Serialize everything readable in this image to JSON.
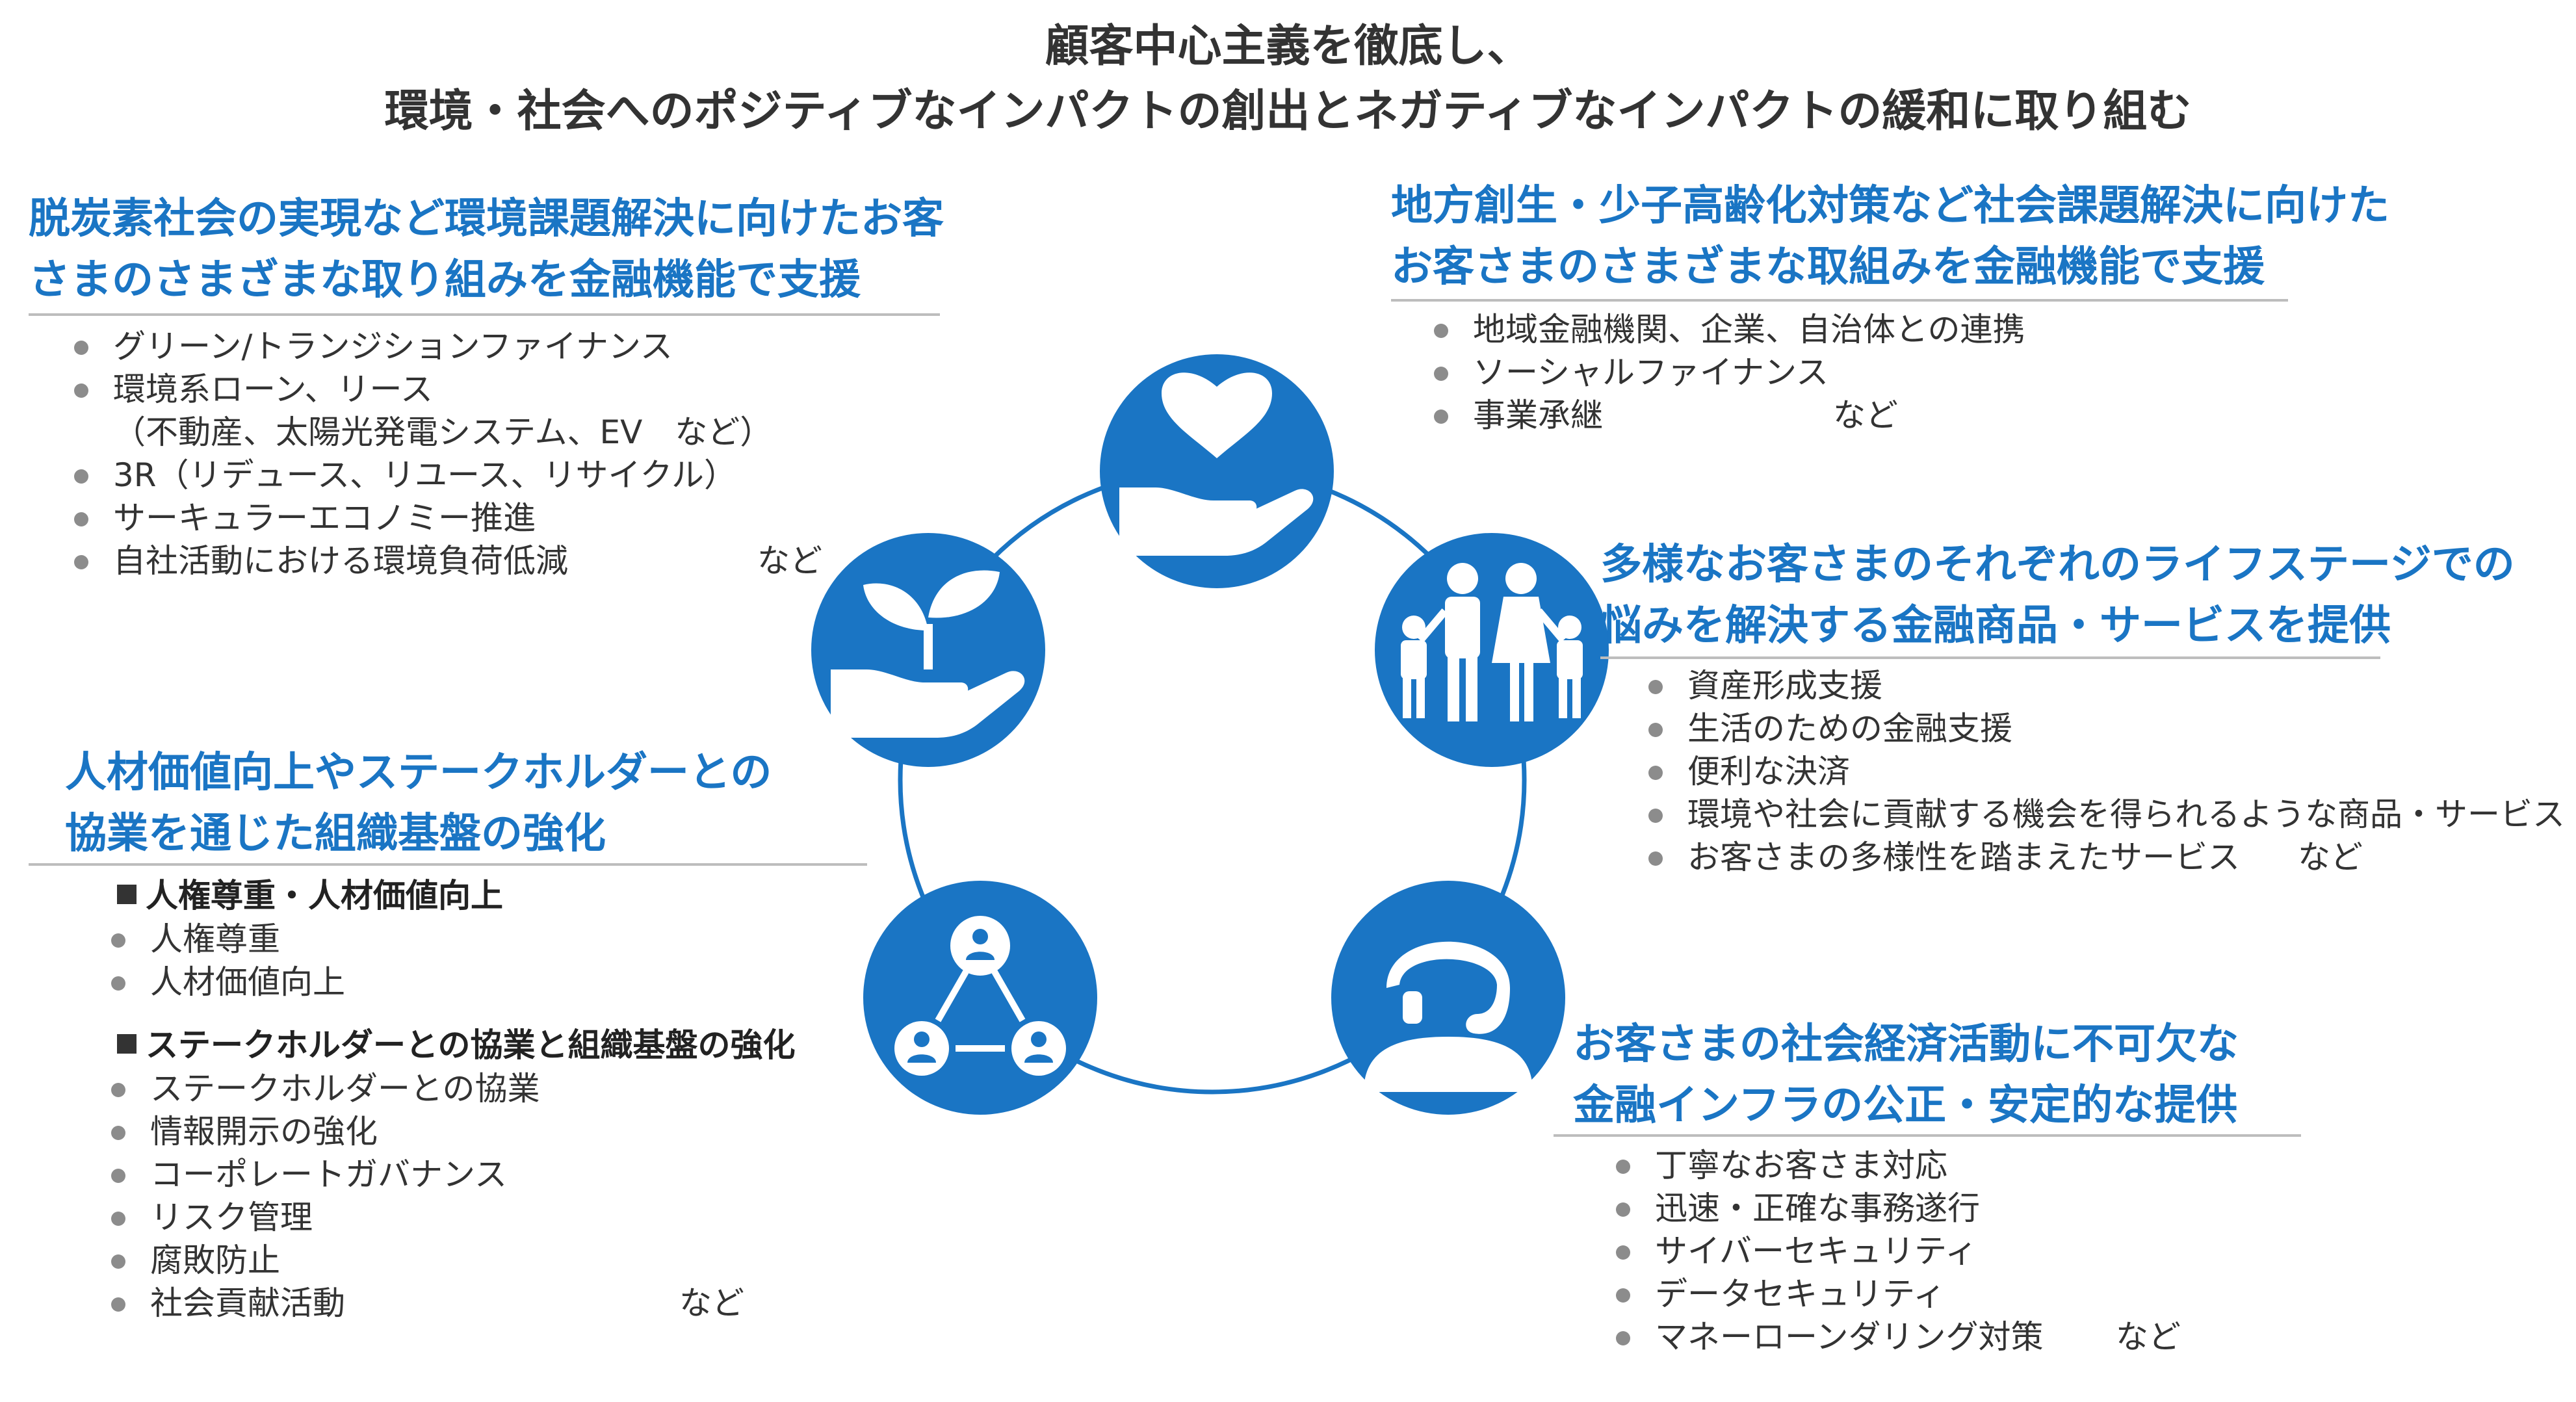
{
  "title": {
    "line1": "顧客中心主義を徹底し、",
    "line2": "環境・社会へのポジティブなインパクトの創出とネガティブなインパクトの緩和に取り組む"
  },
  "colors": {
    "accent": "#1a75c4",
    "text": "#333333",
    "rule": "#bdbdbd",
    "bullet": "#8c8c8c"
  },
  "icons": [
    "heart-hand-icon",
    "plant-hand-icon",
    "family-icon",
    "network-people-icon",
    "headset-operator-icon"
  ],
  "environment": {
    "heading1": "脱炭素社会の実現など環境課題解決に向けたお客",
    "heading2": "さまのさまざまな取り組みを金融機能で支援",
    "items": [
      "グリーン/トランジションファイナンス",
      "環境系ローン、リース",
      "（不動産、太陽光発電システム、EV　など）",
      "3R（リデュース、リユース、リサイクル）",
      "サーキュラーエコノミー推進",
      "自社活動における環境負荷低減"
    ],
    "etc": "など"
  },
  "society": {
    "heading1": "地方創生・少子高齢化対策など社会課題解決に向けた",
    "heading2": "お客さまのさまざまな取組みを金融機能で支援",
    "items": [
      "地域金融機関、企業、自治体との連携",
      "ソーシャルファイナンス",
      "事業承継"
    ],
    "etc": "など"
  },
  "lifestage": {
    "heading1": "多様なお客さまのそれぞれのライフステージでの",
    "heading2": "悩みを解決する金融商品・サービスを提供",
    "items": [
      "資産形成支援",
      "生活のための金融支援",
      "便利な決済",
      "環境や社会に貢献する機会を得られるような商品・サービス",
      "お客さまの多様性を踏まえたサービス"
    ],
    "etc": "など"
  },
  "infra": {
    "heading1": "お客さまの社会経済活動に不可欠な",
    "heading2": "金融インフラの公正・安定的な提供",
    "items": [
      "丁寧なお客さま対応",
      "迅速・正確な事務遂行",
      "サイバーセキュリティ",
      "データセキュリティ",
      "マネーローンダリング対策"
    ],
    "etc": "など"
  },
  "talent": {
    "heading1": "人材価値向上やステークホルダーとの",
    "heading2": "協業を通じた組織基盤の強化",
    "sub1": "人権尊重・人材価値向上",
    "sub1_items": [
      "人権尊重",
      "人材価値向上"
    ],
    "sub2": "ステークホルダーとの協業と組織基盤の強化",
    "sub2_items": [
      "ステークホルダーとの協業",
      "情報開示の強化",
      "コーポレートガバナンス",
      "リスク管理",
      "腐敗防止",
      "社会貢献活動"
    ],
    "etc": "など"
  }
}
